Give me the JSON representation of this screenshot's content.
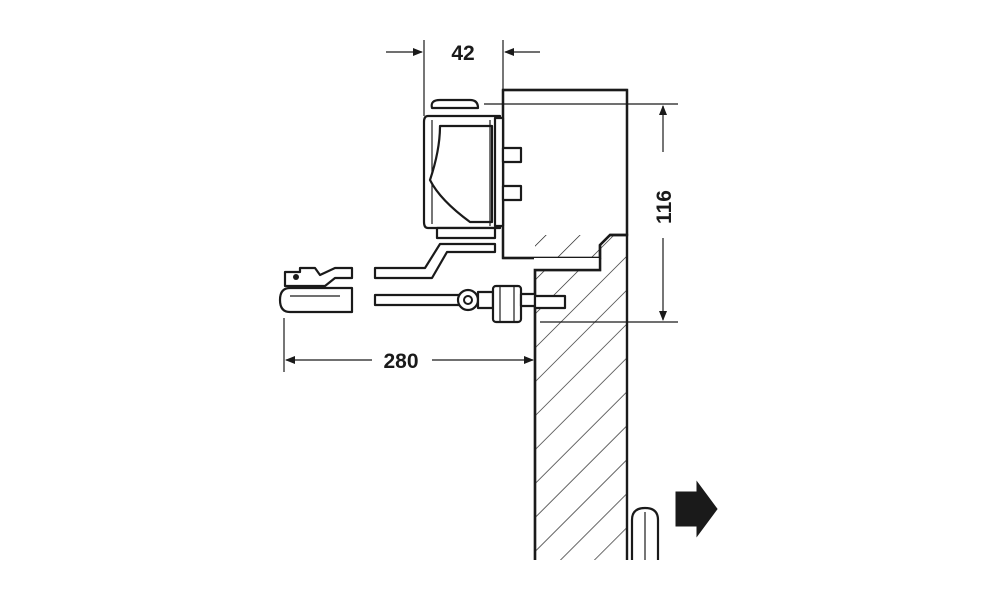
{
  "dimensions": {
    "offset": "42",
    "height": "116",
    "arm_length": "280"
  },
  "colors": {
    "line": "#1a1a1a",
    "background": "#ffffff"
  },
  "icons": {
    "direction": "arrow-right-icon"
  }
}
